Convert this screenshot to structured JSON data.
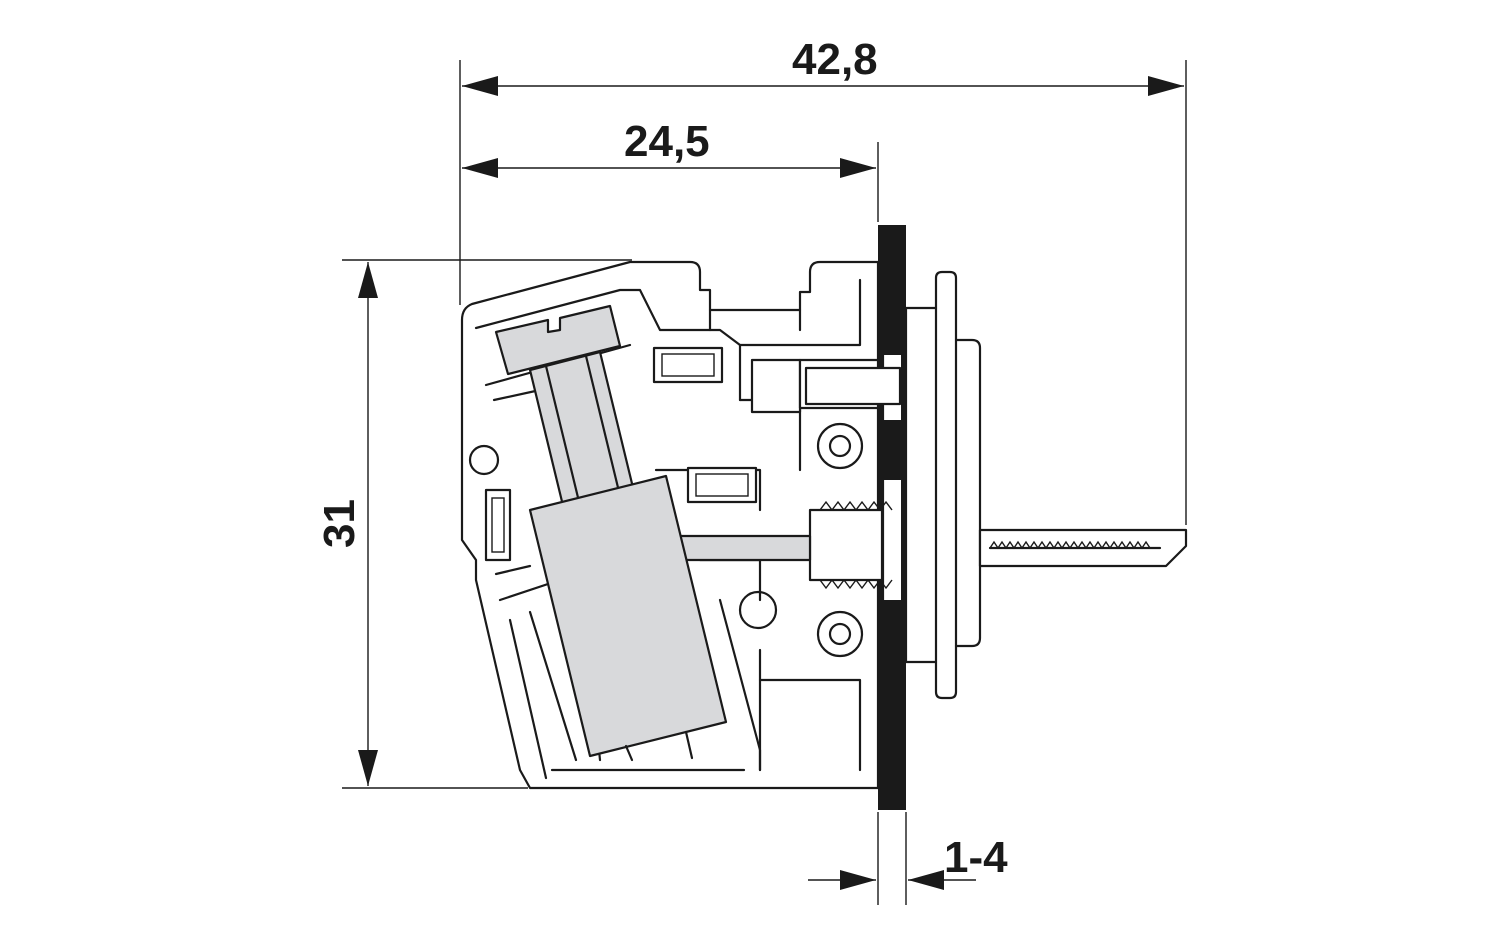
{
  "dimensions": {
    "overall_depth": "42,8",
    "front_depth": "24,5",
    "height": "31",
    "panel_thickness": "1-4"
  },
  "colors": {
    "line": "#1a1a1a",
    "fill_gray": "#d8d9db",
    "background": "#ffffff"
  }
}
